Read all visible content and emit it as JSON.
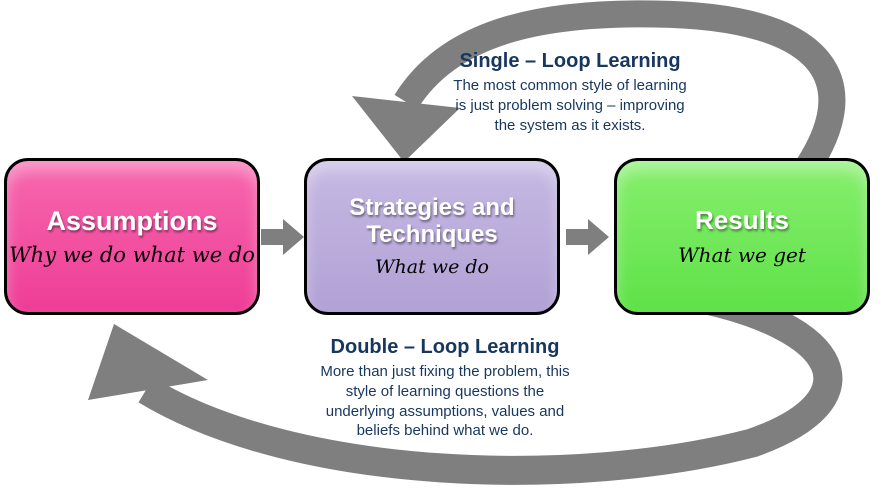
{
  "boxes": [
    {
      "title": "Assumptions",
      "subtitle": "Why we do what we do"
    },
    {
      "title": "Strategies and Techniques",
      "subtitle": "What we do"
    },
    {
      "title": "Results",
      "subtitle": "What we get"
    }
  ],
  "single_loop": {
    "title": "Single – Loop Learning",
    "lines": [
      "The most common style of learning",
      "is just problem solving – improving",
      "the system as it exists."
    ]
  },
  "double_loop": {
    "title": "Double – Loop Learning",
    "lines": [
      "More than just fixing the problem, this",
      "style of learning questions the",
      "underlying assumptions, values and",
      "beliefs behind what we do."
    ]
  },
  "colors": {
    "arrow": "#7f7f7f",
    "heading": "#17375e",
    "box_pink": "#ee3d96",
    "box_lavender": "#b1a1d5",
    "box_green": "#5fe148",
    "border": "#000000"
  }
}
